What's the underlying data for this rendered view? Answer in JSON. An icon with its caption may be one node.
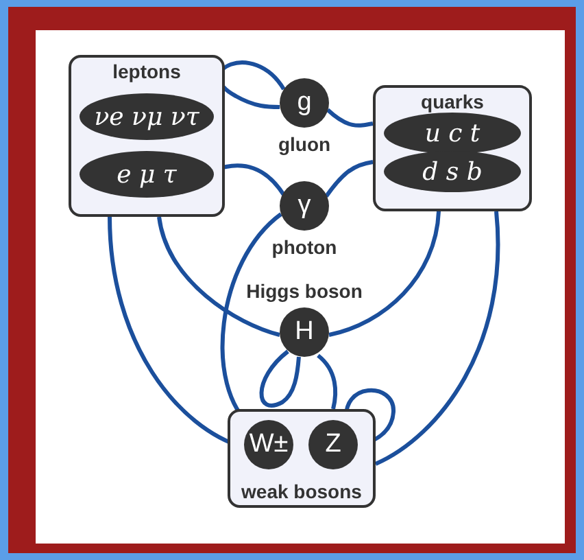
{
  "diagram": {
    "nodes": [
      {
        "text": [
          "leptons"
        ]
      },
      {
        "text": [
          "νe νμ ντ"
        ],
        "in": 0
      },
      {
        "text": [
          "e μ τ"
        ],
        "in": 0
      },
      {
        "text": [
          "g",
          "gluon"
        ]
      },
      {
        "text": [
          "quarks"
        ]
      },
      {
        "text": [
          "u c t"
        ],
        "in": 4
      },
      {
        "text": [
          "d s b"
        ],
        "in": 4
      },
      {
        "text": [
          "γ",
          "photon"
        ]
      },
      {
        "text": [
          "Higgs boson",
          "H"
        ]
      },
      {
        "text": [
          "weak bosons"
        ]
      },
      {
        "text": [
          "W±"
        ],
        "in": 9
      },
      {
        "text": [
          "Z"
        ],
        "in": 9
      }
    ],
    "edges": [
      {
        "from": 3,
        "to": 3,
        "arrow": "none"
      },
      {
        "from": 3,
        "to": 4,
        "arrow": "none"
      },
      {
        "from": 2,
        "to": 7,
        "arrow": "none"
      },
      {
        "from": 7,
        "to": 4,
        "arrow": "none"
      },
      {
        "from": 7,
        "to": 10,
        "arrow": "none"
      },
      {
        "from": 0,
        "to": 10,
        "arrow": "none"
      },
      {
        "from": 0,
        "to": 8,
        "arrow": "none"
      },
      {
        "from": 4,
        "to": 8,
        "arrow": "none"
      },
      {
        "from": 4,
        "to": 9,
        "arrow": "none"
      },
      {
        "from": 8,
        "to": 8,
        "arrow": "none"
      },
      {
        "from": 8,
        "to": 9,
        "arrow": "none"
      },
      {
        "from": 11,
        "to": 11,
        "arrow": "none"
      }
    ]
  }
}
